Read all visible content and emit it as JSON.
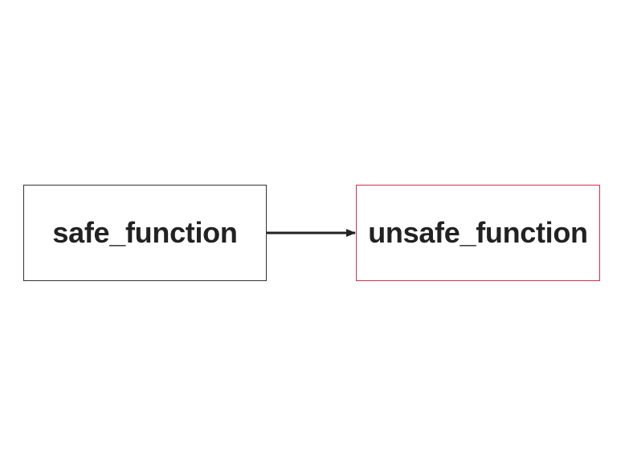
{
  "nodes": [
    {
      "id": "safe",
      "label": "safe_function",
      "border_color": "#333333"
    },
    {
      "id": "unsafe",
      "label": "unsafe_function",
      "border_color": "#d0304a"
    }
  ],
  "edges": [
    {
      "from": "safe",
      "to": "unsafe",
      "color": "#222222"
    }
  ]
}
